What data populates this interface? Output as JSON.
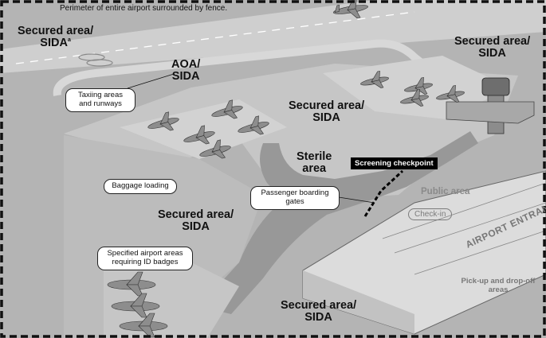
{
  "perimeter_note": "Perimeter of entire airport surrounded by fence.",
  "zones": {
    "secured_sida_top_left": {
      "line1": "Secured area/",
      "line2": "SIDA",
      "footnote_mark": "a"
    },
    "aoa_sida": {
      "line1": "AOA/",
      "line2": "SIDA"
    },
    "secured_sida_center": {
      "line1": "Secured area/",
      "line2": "SIDA"
    },
    "secured_sida_top_right": {
      "line1": "Secured area/",
      "line2": "SIDA"
    },
    "sterile": {
      "line1": "Sterile",
      "line2": "area"
    },
    "secured_sida_left": {
      "line1": "Secured area/",
      "line2": "SIDA"
    },
    "secured_sida_bottom": {
      "line1": "Secured area/",
      "line2": "SIDA"
    },
    "public": {
      "label": "Public area"
    }
  },
  "callouts": {
    "taxiing": {
      "line1": "Taxiing areas",
      "line2": "and runways"
    },
    "baggage": {
      "label": "Baggage loading"
    },
    "boarding": {
      "line1": "Passenger boarding",
      "line2": "gates"
    },
    "id_badges": {
      "line1": "Specified airport areas",
      "line2": "requiring ID badges"
    },
    "checkin": {
      "label": "Check-in"
    }
  },
  "screening_checkpoint": "Screening checkpoint",
  "airport_entrance": "AIRPORT ENTRANCE",
  "pickup_dropoff": {
    "line1": "Pick-up and drop-off",
    "line2": "areas"
  },
  "colors": {
    "ground_dark": "#a9a9a9",
    "ground_mid": "#c3c3c3",
    "pavement": "#d7d7d7",
    "building": "#999999",
    "fence": "#111111"
  }
}
